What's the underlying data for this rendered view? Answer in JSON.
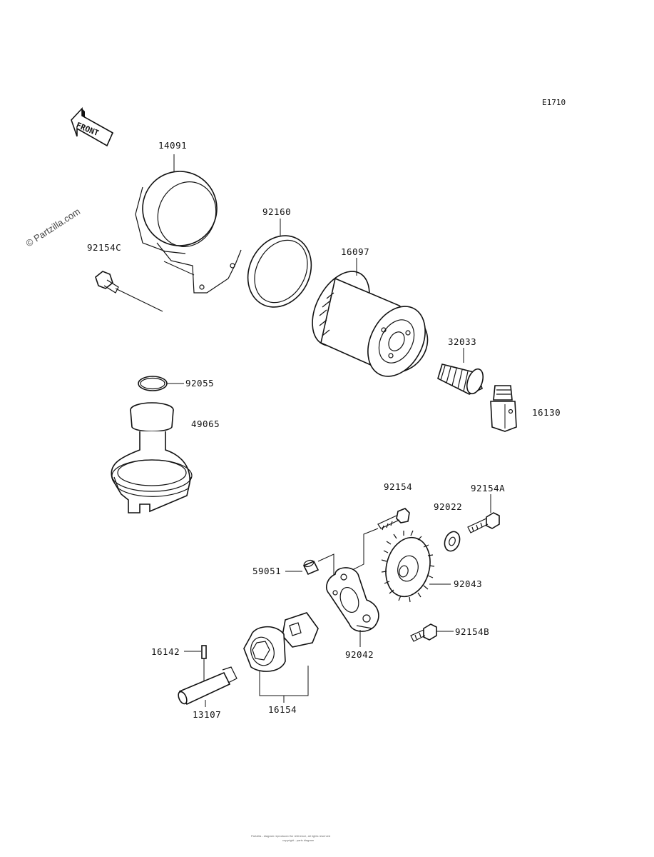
{
  "diagram": {
    "code": "E1710",
    "watermark": "© Partzilla.com",
    "front_label": "FRONT",
    "footer_lines": [
      "Partzilla - diagram reproduced for reference, all rights reserved",
      "copyright - parts diagram"
    ],
    "parts": [
      {
        "id": "p14091",
        "number": "14091"
      },
      {
        "id": "p92160",
        "number": "92160"
      },
      {
        "id": "p92154C",
        "number": "92154C"
      },
      {
        "id": "p16097",
        "number": "16097"
      },
      {
        "id": "p32033",
        "number": "32033"
      },
      {
        "id": "p16130",
        "number": "16130"
      },
      {
        "id": "p92055",
        "number": "92055"
      },
      {
        "id": "p49065",
        "number": "49065"
      },
      {
        "id": "p92154",
        "number": "92154"
      },
      {
        "id": "p92154A",
        "number": "92154A"
      },
      {
        "id": "p92022",
        "number": "92022"
      },
      {
        "id": "p92043",
        "number": "92043"
      },
      {
        "id": "p59051",
        "number": "59051"
      },
      {
        "id": "p92154B",
        "number": "92154B"
      },
      {
        "id": "p16142",
        "number": "16142"
      },
      {
        "id": "p92042",
        "number": "92042"
      },
      {
        "id": "p13107",
        "number": "13107"
      },
      {
        "id": "p16154",
        "number": "16154"
      }
    ]
  }
}
